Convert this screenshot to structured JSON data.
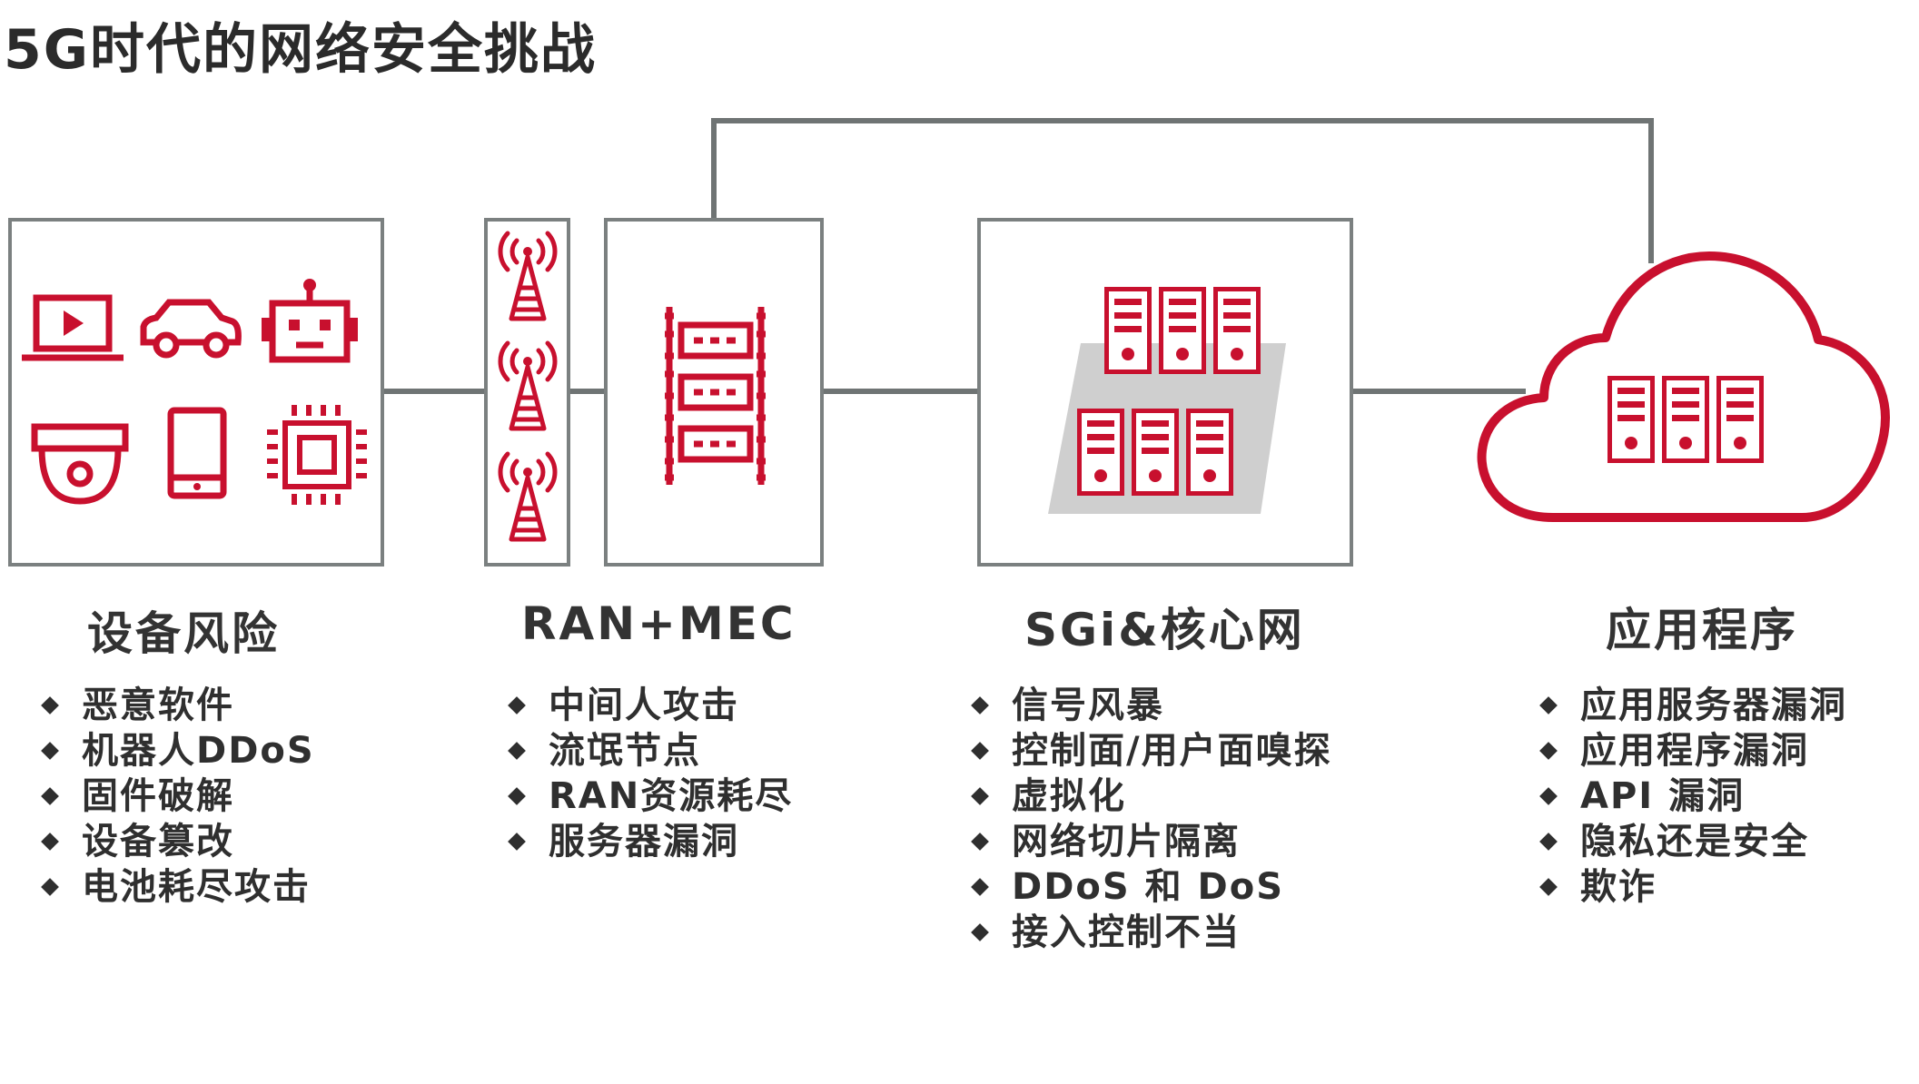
{
  "title": "5G时代的网络安全挑战",
  "colors": {
    "accent": "#c8102e",
    "line": "#6f7474",
    "box_border": "#7b8080",
    "platform": "#cfcfcf"
  },
  "columns": [
    {
      "id": "devices",
      "title": "设备风险",
      "icons": [
        "laptop-icon",
        "car-icon",
        "robot-icon",
        "camera-icon",
        "phone-icon",
        "chip-icon"
      ],
      "items": [
        "恶意软件",
        "机器人DDoS",
        "固件破解",
        "设备篡改",
        "电池耗尽攻击"
      ]
    },
    {
      "id": "ran",
      "title": "RAN+MEC",
      "icons": [
        "antenna-tower-icon",
        "antenna-tower-icon",
        "antenna-tower-icon",
        "server-rack-icon"
      ],
      "items": [
        "中间人攻击",
        "流氓节点",
        "RAN资源耗尽",
        "服务器漏洞"
      ]
    },
    {
      "id": "core",
      "title": "SGi&核心网",
      "icons": [
        "server-cluster-icon"
      ],
      "items": [
        "信号风暴",
        "控制面/用户面嗅探",
        "虚拟化",
        "网络切片隔离",
        "DDoS 和 DoS",
        "接入控制不当"
      ]
    },
    {
      "id": "app",
      "title": "应用程序",
      "icons": [
        "cloud-icon",
        "server-cluster-icon"
      ],
      "items": [
        "应用服务器漏洞",
        "应用程序漏洞",
        "API 漏洞",
        "隐私还是安全",
        "欺诈"
      ]
    }
  ]
}
